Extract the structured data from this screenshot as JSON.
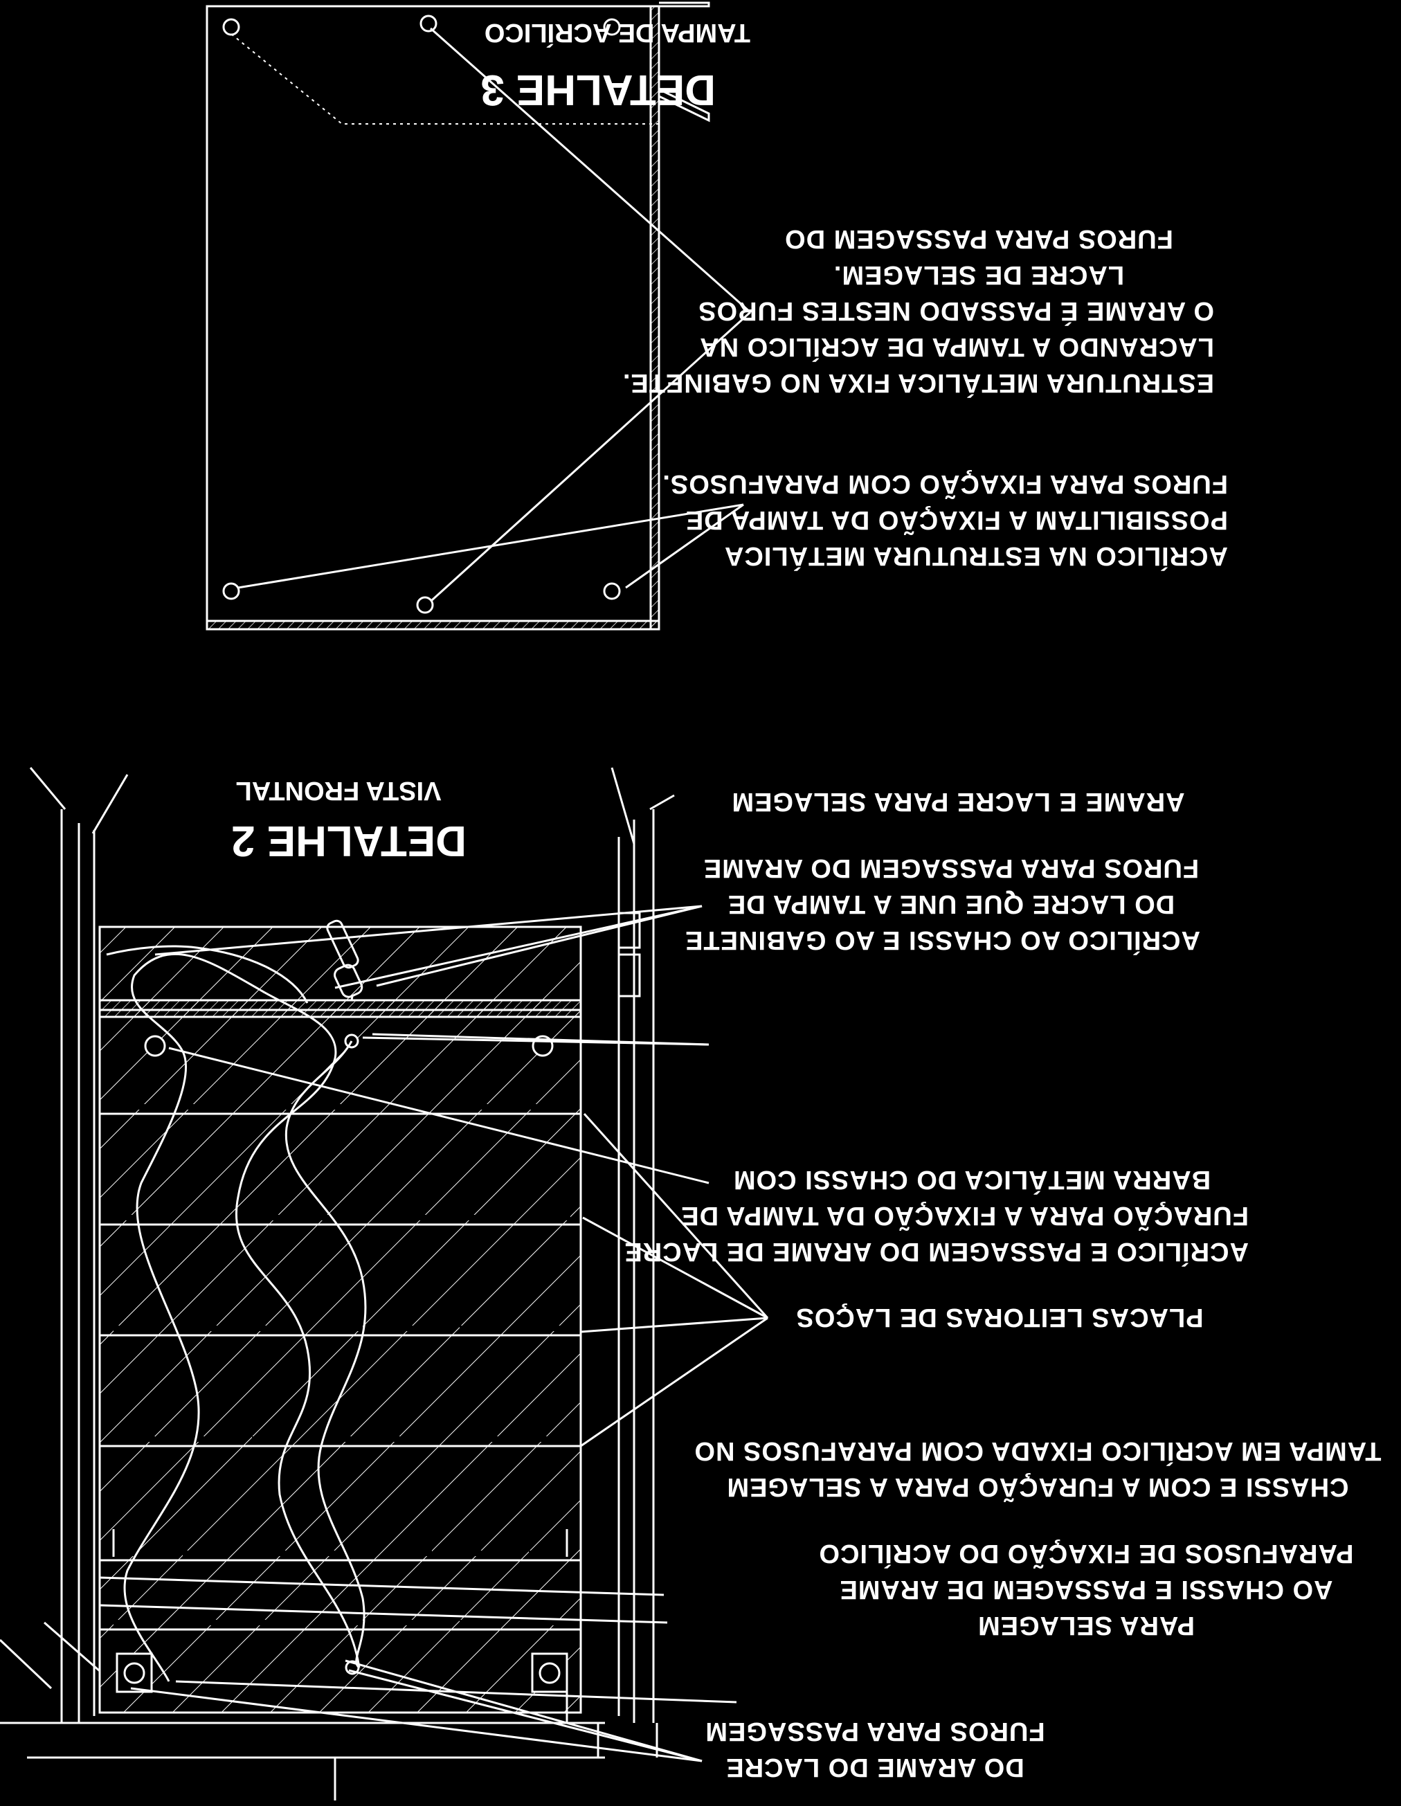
{
  "detail_top": {
    "title": "DETALHE 3",
    "subtitle": "TAMPA DE ACRÍLICO",
    "callouts": [
      {
        "id": "seal-holes",
        "lines": [
          "FUROS PARA PASSAGEM DO",
          "LACRE DE SELAGEM.",
          "O ARAME É PASSADO NESTES FUROS",
          "LACRANDO A TAMPA DE ACRÍLICO NA",
          "ESTRUTURA METÁLICA FIXA NO GABINETE."
        ]
      },
      {
        "id": "screw-holes",
        "lines": [
          "FUROS PARA FIXAÇÃO COM PARAFUSOS.",
          "POSSIBILITAM A FIXAÇÃO DA TAMPA DE",
          "ACRÍLICO NA ESTRUTURA METÁLICA"
        ]
      }
    ]
  },
  "detail_bottom": {
    "title": "DETALHE 2",
    "subtitle": "VISTA FRONTAL",
    "callouts": [
      {
        "id": "wire-seal",
        "lines": [
          "ARAME E LACRE PARA SELAGEM"
        ]
      },
      {
        "id": "wire-holes",
        "lines": [
          "FUROS PARA PASSAGEM DO ARAME",
          "DO LACRE QUE UNE A TAMPA DE",
          "ACRÍLICO AO CHASSI E AO GABINETE"
        ]
      },
      {
        "id": "metal-bar",
        "lines": [
          "BARRA METÁLICA DO CHASSI COM",
          "FURAÇÃO PARA A FIXAÇÃO DA TAMPA DE",
          "ACRÍLICO E PASSAGEM DO ARAME DE LACRE"
        ]
      },
      {
        "id": "reader-boards",
        "lines": [
          "PLACAS LEITORAS DE LAÇOS"
        ]
      },
      {
        "id": "acrylic-cover",
        "lines": [
          "TAMPA EM ACRÍLICO FIXADA COM PARAFUSOS NO",
          "CHASSI E COM A FURAÇÃO PARA A SELAGEM"
        ]
      },
      {
        "id": "fixing-screws",
        "lines": [
          "PARAFUSOS DE FIXAÇÃO DO ACRÍLICO",
          "AO CHASSI   E PASSAGEM DE ARAME",
          "PARA SELAGEM"
        ]
      },
      {
        "id": "lacre-holes",
        "lines": [
          "FUROS PARA PASSAGEM",
          "DO ARAME DO LACRE"
        ]
      }
    ]
  },
  "colors": {
    "background": "#000000",
    "ink": "#ffffff"
  }
}
